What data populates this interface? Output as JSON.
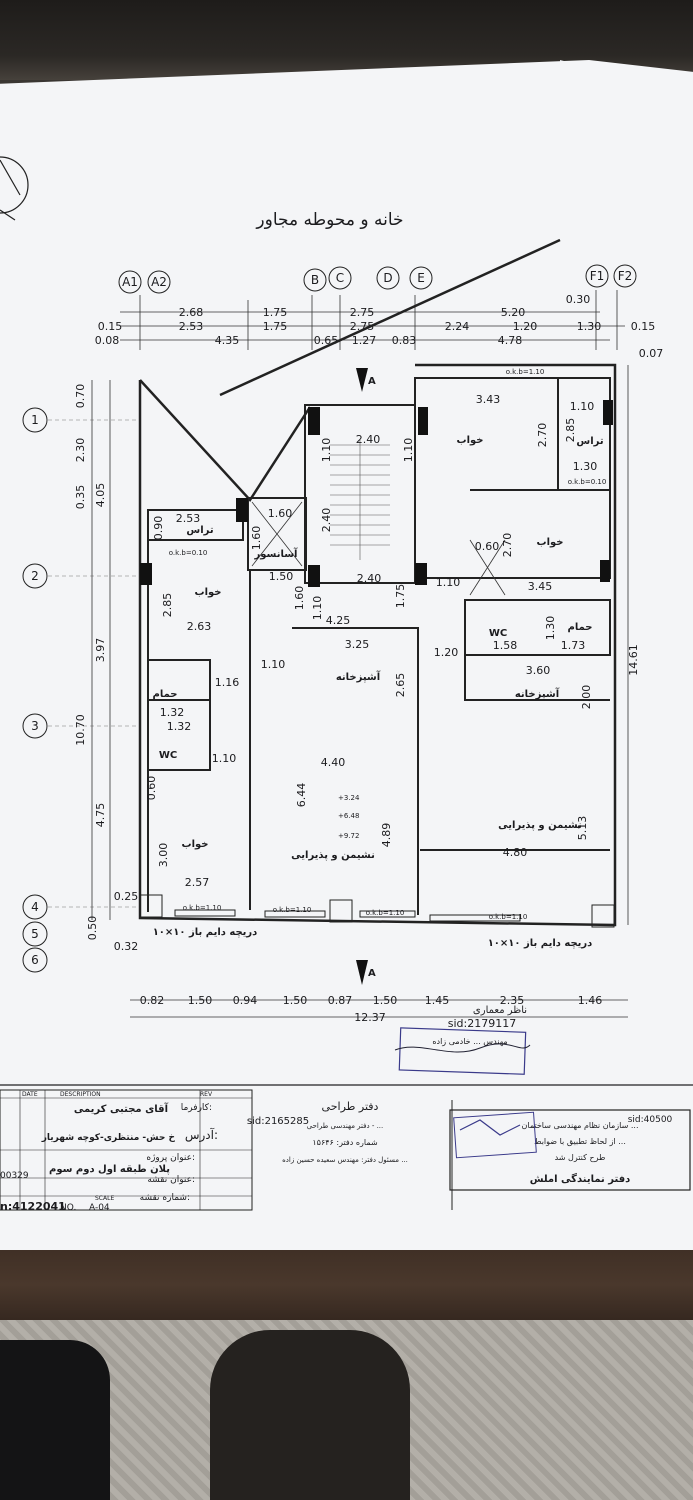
{
  "title": "خانه و محوطه مجاور",
  "grid_labels": {
    "columns": [
      "A1",
      "A2",
      "B",
      "C",
      "D",
      "E",
      "F1",
      "F2"
    ],
    "rows": [
      "1",
      "2",
      "3",
      "4",
      "5",
      "6"
    ]
  },
  "section_marker": "A",
  "top_dims": {
    "row1": [
      "2.68",
      "1.75",
      "2.75",
      "5.20",
      "0.30"
    ],
    "row2": [
      "0.15",
      "2.53",
      "1.75",
      "2.75",
      "2.24",
      "1.20",
      "1.30",
      "0.15"
    ],
    "row3": [
      "0.08",
      "4.35",
      "0.65",
      "1.27",
      "0.83",
      "4.78",
      "0.07"
    ]
  },
  "left_dims": [
    "0.70",
    "2.30",
    "0.35",
    "4.05",
    "3.97",
    "10.70",
    "4.75",
    "0.25",
    "0.50",
    "0.32"
  ],
  "right_dim": "14.61",
  "bottom_dims": [
    "0.82",
    "1.50",
    "0.94",
    "1.50",
    "0.87",
    "1.50",
    "1.45",
    "2.35",
    "1.46"
  ],
  "bottom_total": "12.37",
  "interior_dims": {
    "a": "3.43",
    "b": "1.10",
    "c": "2.70",
    "d": "2.85",
    "e": "1.30",
    "f": "2.40",
    "g": "1.10",
    "h": "1.10",
    "i": "2.40",
    "j": "1.60",
    "k": "1.60",
    "l": "2.53",
    "m": "0.90",
    "n": "1.50",
    "o": "2.40",
    "p": "1.60",
    "q": "1.10",
    "r": "1.75",
    "s": "4.25",
    "t": "3.25",
    "u": "2.85",
    "v": "2.63",
    "w": "1.16",
    "x": "1.10",
    "y": "1.32",
    "z": "1.32",
    "aa": "1.10",
    "ab": "4.40",
    "ac": "6.44",
    "ad": "4.89",
    "ae": "2.65",
    "af": "3.00",
    "ag": "2.57",
    "ah": "3.45",
    "ai": "2.70",
    "aj": "1.10",
    "ak": "1.58",
    "al": "1.73",
    "am": "1.30",
    "an": "1.20",
    "ao": "3.60",
    "ap": "2.00",
    "aq": "4.80",
    "ar": "5.13",
    "as": "0.60",
    "at": "0.60"
  },
  "rooms": {
    "bed_tr": "خواب",
    "terrace_tr": "تراس",
    "bed_r": "خواب",
    "kitchen_r": "آشپزخانه",
    "living_r": "نشیمن و پذیرایی",
    "bath_r": "حمام",
    "wc_r": "WC",
    "terrace_l": "تراس",
    "elevator": "آسانسور",
    "bed_l": "خواب",
    "bath_l": "حمام",
    "wc_l": "WC",
    "bed_bl": "خواب",
    "kitchen_m": "آشپزخانه",
    "living_m": "نشیمن و پذیرایی"
  },
  "okb_labels": [
    "o.k.b=1.10",
    "o.k.b=0.10",
    "o.k.b=0.10",
    "o.k.b=1.10",
    "o.k.b=1.10",
    "o.k.b=1.10",
    "o.k.b=1.10"
  ],
  "elev_labels": [
    "+3.24",
    "+6.48",
    "+9.72"
  ],
  "window_notes": [
    "دریچه دایم باز ۱۰×۱۰",
    "دریچه دایم باز ۱۰×۱۰"
  ],
  "stamp": {
    "title": "ناظر معماری",
    "sid": "sid:2179117",
    "sub": "مهندس ... خادمی زاده"
  },
  "title_block": {
    "header": [
      "DATE",
      "DESCRIPTION",
      "REV"
    ],
    "client_label": "کارفرما:",
    "client": "آقای مجتبی کریمی",
    "address_label": "آدرس:",
    "address": "خ حش- منتظری-کوچه شهریار",
    "project_label": "عنوان پروژه:",
    "drawing_label": "عنوان نقشه:",
    "drawing": "پلان طبقه اول دوم سوم",
    "sheet_label": "شماره نقشه:",
    "sheet": "A-04",
    "scale": "SCALE",
    "no_label": "NO.",
    "office": "دفتر طراحی",
    "office_sid": "sid:2165285",
    "office_line1": "دفتر مهندسی طراحی - ...",
    "office_line2": "شماره دفتر: ۱۵۶۴۶",
    "office_line3": "مسئول دفتر: مهندس سعیده حسین زاده ...",
    "org_line1": "سازمان نظام مهندسی ساختمان ...",
    "org_line2": "از لحاظ تطبیق با ضوابط ...",
    "org_line3": "طرح کنترل شد",
    "org_line4": "دفتر نمایندگی املش",
    "org_sid": "sid:40500",
    "code_left": "n:4122041",
    "code_mid": "00329"
  }
}
